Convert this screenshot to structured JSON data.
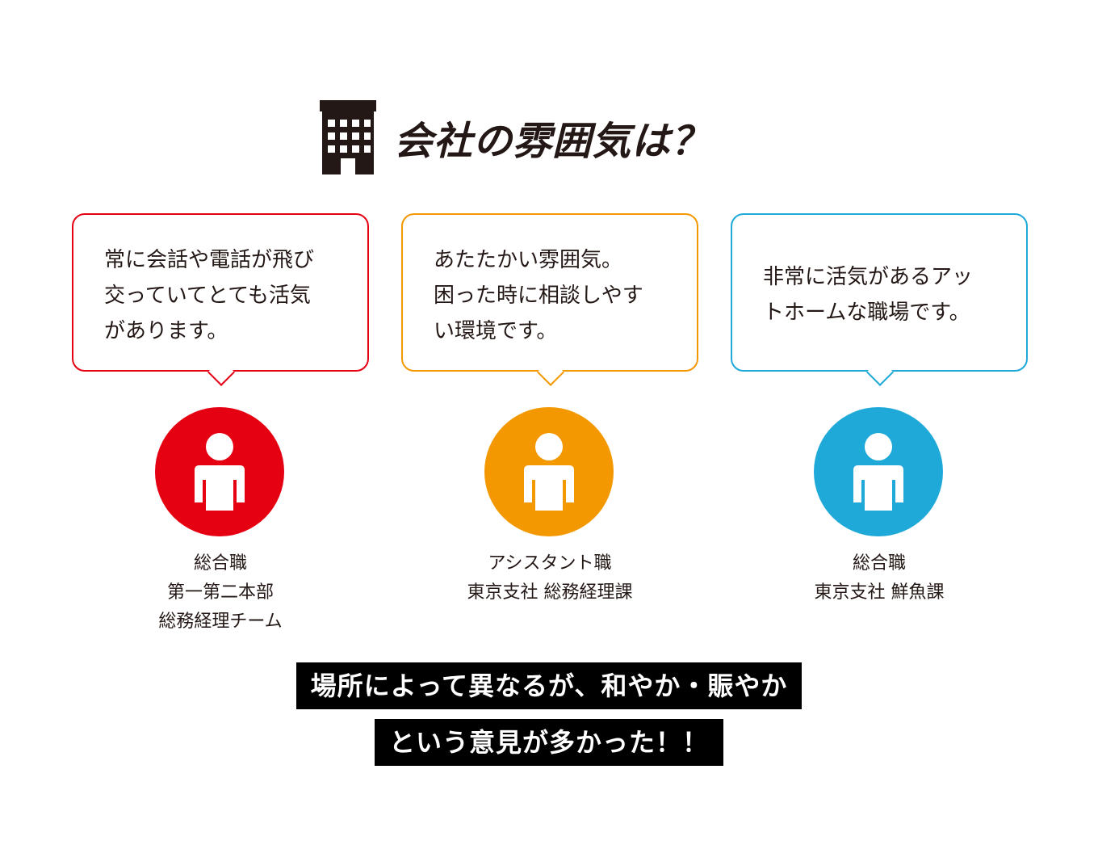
{
  "title": {
    "text": "会社の雰囲気は？",
    "icon": "building-icon"
  },
  "colors": {
    "red": "#E50012",
    "orange": "#F39800",
    "blue": "#1EA9D8",
    "text": "#231815"
  },
  "voices": [
    {
      "color": "#E50012",
      "comment": [
        "常に会話や電話が飛び",
        "交っていてとても活気",
        "があります。"
      ],
      "role": [
        "総合職",
        "第一第二本部",
        "総務経理チーム"
      ]
    },
    {
      "color": "#F39800",
      "comment": [
        "あたたかい雰囲気。",
        "困った時に相談しやす",
        "い環境です。"
      ],
      "role": [
        "アシスタント職",
        "東京支社 総務経理課"
      ]
    },
    {
      "color": "#1EA9D8",
      "comment": [
        "非常に活気があるアッ",
        "トホームな職場です。"
      ],
      "role": [
        "総合職",
        "東京支社 鮮魚課"
      ]
    }
  ],
  "summary": {
    "line1": "場所によって異なるが、和やか・賑やか",
    "line2": "という意見が多かった！！"
  }
}
